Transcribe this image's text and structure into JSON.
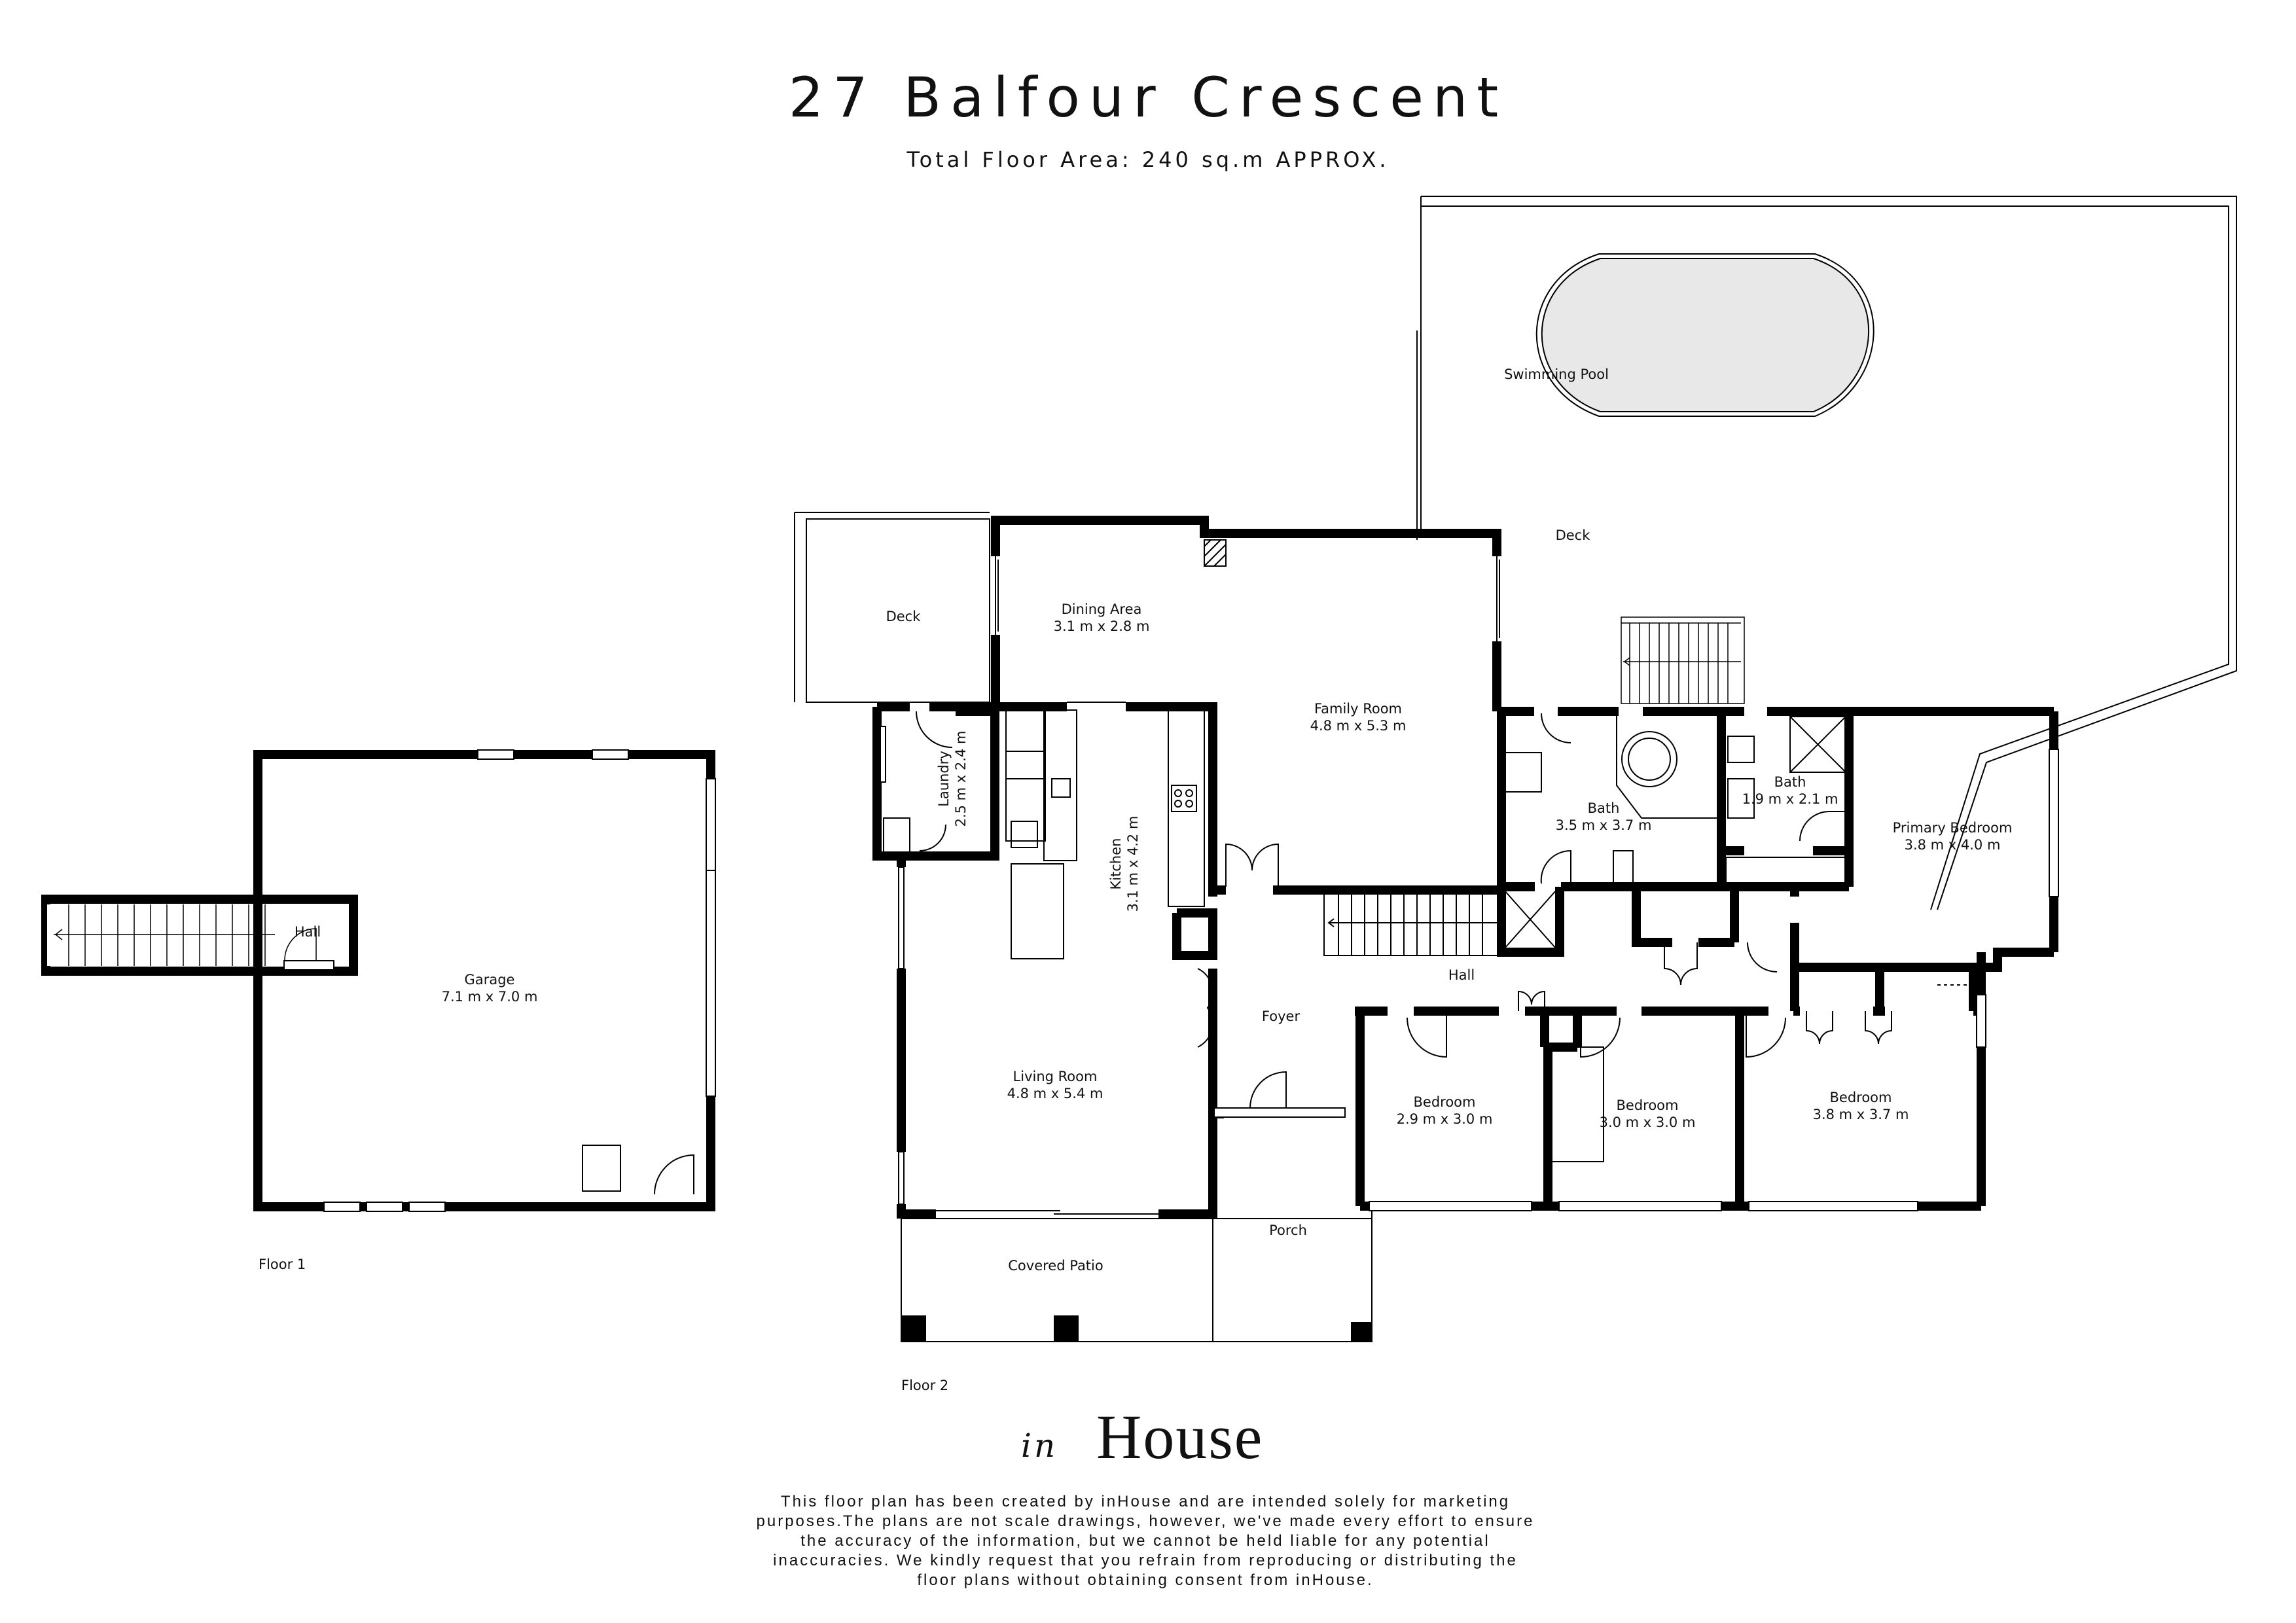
{
  "header": {
    "title": "27 Balfour Crescent",
    "subtitle": "Total Floor Area: 240 sq.m APPROX."
  },
  "floors": [
    {
      "label": "Floor 1",
      "rooms": [
        {
          "name": "Hall",
          "dims": ""
        },
        {
          "name": "Garage",
          "dims": "7.1 m x 7.0 m"
        }
      ]
    },
    {
      "label": "Floor 2",
      "rooms": [
        {
          "name": "Deck",
          "dims": ""
        },
        {
          "name": "Dining Area",
          "dims": "3.1 m x 2.8 m"
        },
        {
          "name": "Family Room",
          "dims": "4.8 m x 5.3 m"
        },
        {
          "name": "Laundry",
          "dims": "2.5 m x 2.4 m"
        },
        {
          "name": "Kitchen",
          "dims": "3.1 m x 4.2 m"
        },
        {
          "name": "Living Room",
          "dims": "4.8 m x 5.4 m"
        },
        {
          "name": "Foyer",
          "dims": ""
        },
        {
          "name": "Covered Patio",
          "dims": ""
        },
        {
          "name": "Porch",
          "dims": ""
        },
        {
          "name": "Hall",
          "dims": ""
        },
        {
          "name": "Bath",
          "dims": "3.5 m x 3.7 m"
        },
        {
          "name": "Bath",
          "dims": "1.9 m x 2.1 m"
        },
        {
          "name": "Primary Bedroom",
          "dims": "3.8 m x 4.0 m"
        },
        {
          "name": "Bedroom",
          "dims": "2.9 m x 3.0 m"
        },
        {
          "name": "Bedroom",
          "dims": "3.0 m x 3.0 m"
        },
        {
          "name": "Bedroom",
          "dims": "3.8 m x 3.7 m"
        },
        {
          "name": "Swimming Pool",
          "dims": ""
        },
        {
          "name": "Deck",
          "dims": ""
        }
      ]
    }
  ],
  "logo": {
    "script": "in",
    "word": "House"
  },
  "disclaimer": {
    "lines": [
      "This floor plan has been created by inHouse and are intended solely for marketing",
      "purposes.The plans are not scale drawings, however, we've made every effort to ensure",
      "the accuracy of the information, but we cannot be held liable for any potential",
      "inaccuracies. We kindly request that you refrain from reproducing or distributing the",
      "floor plans without obtaining consent from inHouse."
    ]
  },
  "colors": {
    "wall": "#000000",
    "line": "#222222",
    "pool_fill": "#e8e8e8",
    "background": "#ffffff"
  }
}
